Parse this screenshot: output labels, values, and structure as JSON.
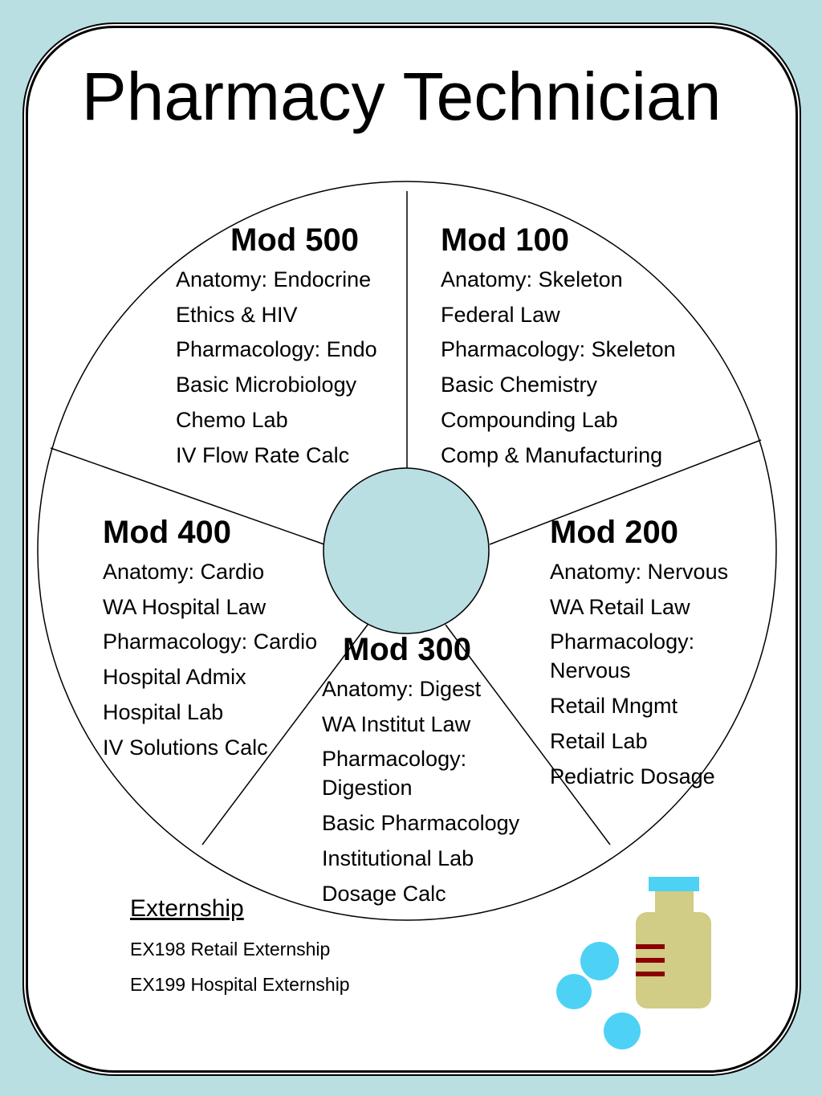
{
  "title": "Pharmacy Technician",
  "colors": {
    "background": "#b9dfe3",
    "hub": "#b9dfe3",
    "pill": "#4dd2f5",
    "bottle": "#d1cc86",
    "cap": "#4dd2f5",
    "label_stripes": "#8b0000"
  },
  "modules": [
    {
      "name": "Mod 500",
      "items": [
        "Anatomy: Endocrine",
        "Ethics & HIV",
        "Pharmacology: Endo",
        "Basic Microbiology",
        "Chemo Lab",
        "IV Flow Rate Calc"
      ]
    },
    {
      "name": "Mod 100",
      "items": [
        "Anatomy: Skeleton",
        "Federal Law",
        "Pharmacology: Skeleton",
        "Basic Chemistry",
        "Compounding Lab",
        "Comp & Manufacturing"
      ]
    },
    {
      "name": "Mod 400",
      "items": [
        "Anatomy: Cardio",
        "WA Hospital Law",
        "Pharmacology: Cardio",
        "Hospital Admix",
        "Hospital Lab",
        "IV Solutions Calc"
      ]
    },
    {
      "name": "Mod 200",
      "items": [
        "Anatomy: Nervous",
        "WA Retail Law",
        "Pharmacology: Nervous",
        "Retail Mngmt",
        "Retail Lab",
        "Pediatric Dosage"
      ]
    },
    {
      "name": "Mod 300",
      "items": [
        "Anatomy: Digest",
        "WA Institut Law",
        "Pharmacology: Digestion",
        "Basic Pharmacology",
        "Institutional Lab",
        "Dosage Calc"
      ]
    }
  ],
  "externship": {
    "heading": "Externship",
    "items": [
      "EX198 Retail Externship",
      "EX199 Hospital Externship"
    ]
  },
  "icons": [
    "pill-bottle-icon",
    "pill-icon"
  ]
}
